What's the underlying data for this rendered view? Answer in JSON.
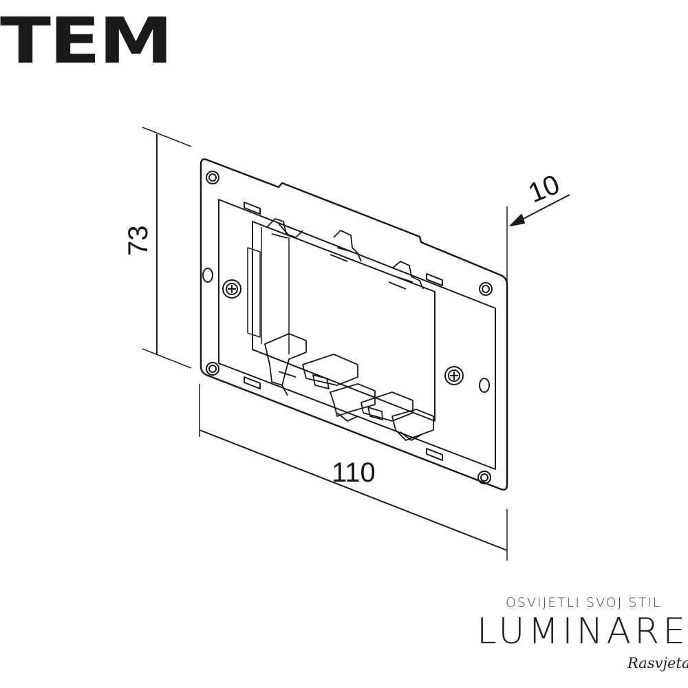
{
  "brand": {
    "name": "TEM"
  },
  "drawing": {
    "dimensions": {
      "height": "73",
      "width": "110",
      "depth": "10"
    }
  },
  "footer_logo": {
    "tagline": "OSVIJETLI SVOJ STIL",
    "name": "LUMINARE",
    "script": "Rasvjeta"
  }
}
